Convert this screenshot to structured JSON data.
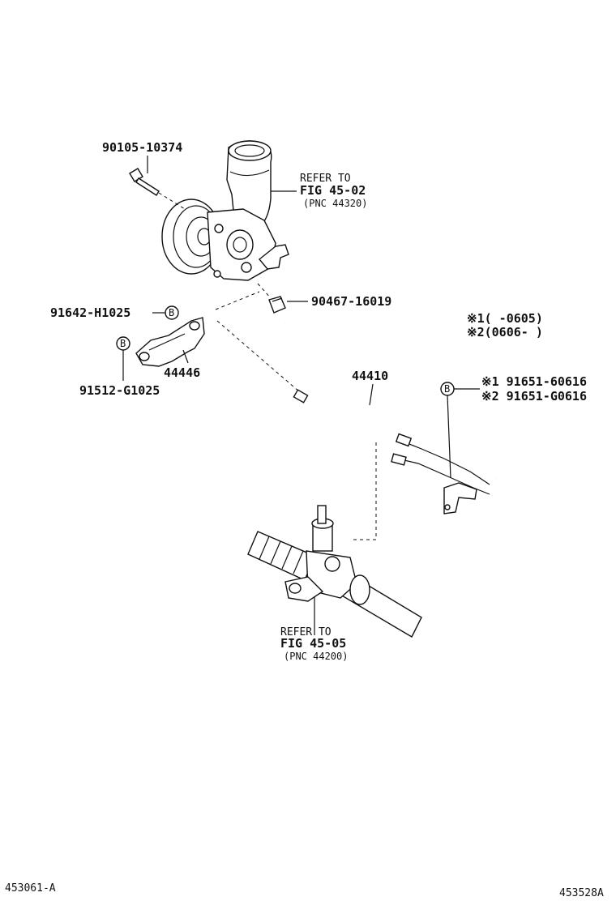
{
  "labels": {
    "bolt": "90105-10374",
    "refer_pump_1": "REFER TO",
    "refer_pump_2": "FIG 45-02",
    "refer_pump_3": "(PNC 44320)",
    "grommet": "90467-16019",
    "bolt_bracket_top": "91642-H1025",
    "bolt_bracket_bottom": "91512-G1025",
    "bracket": "44446",
    "hose_assy": "44410",
    "note1": "※1(     -0605)",
    "note2": "※2(0606-     )",
    "clamp1": "※1 91651-60616",
    "clamp2": "※2 91651-G0616",
    "refer_gear_1": "REFER TO",
    "refer_gear_2": "FIG 45-05",
    "refer_gear_3": "(PNC 44200)",
    "marker_b": "B",
    "footer_left": "453061-A",
    "footer_right": "453528A"
  }
}
